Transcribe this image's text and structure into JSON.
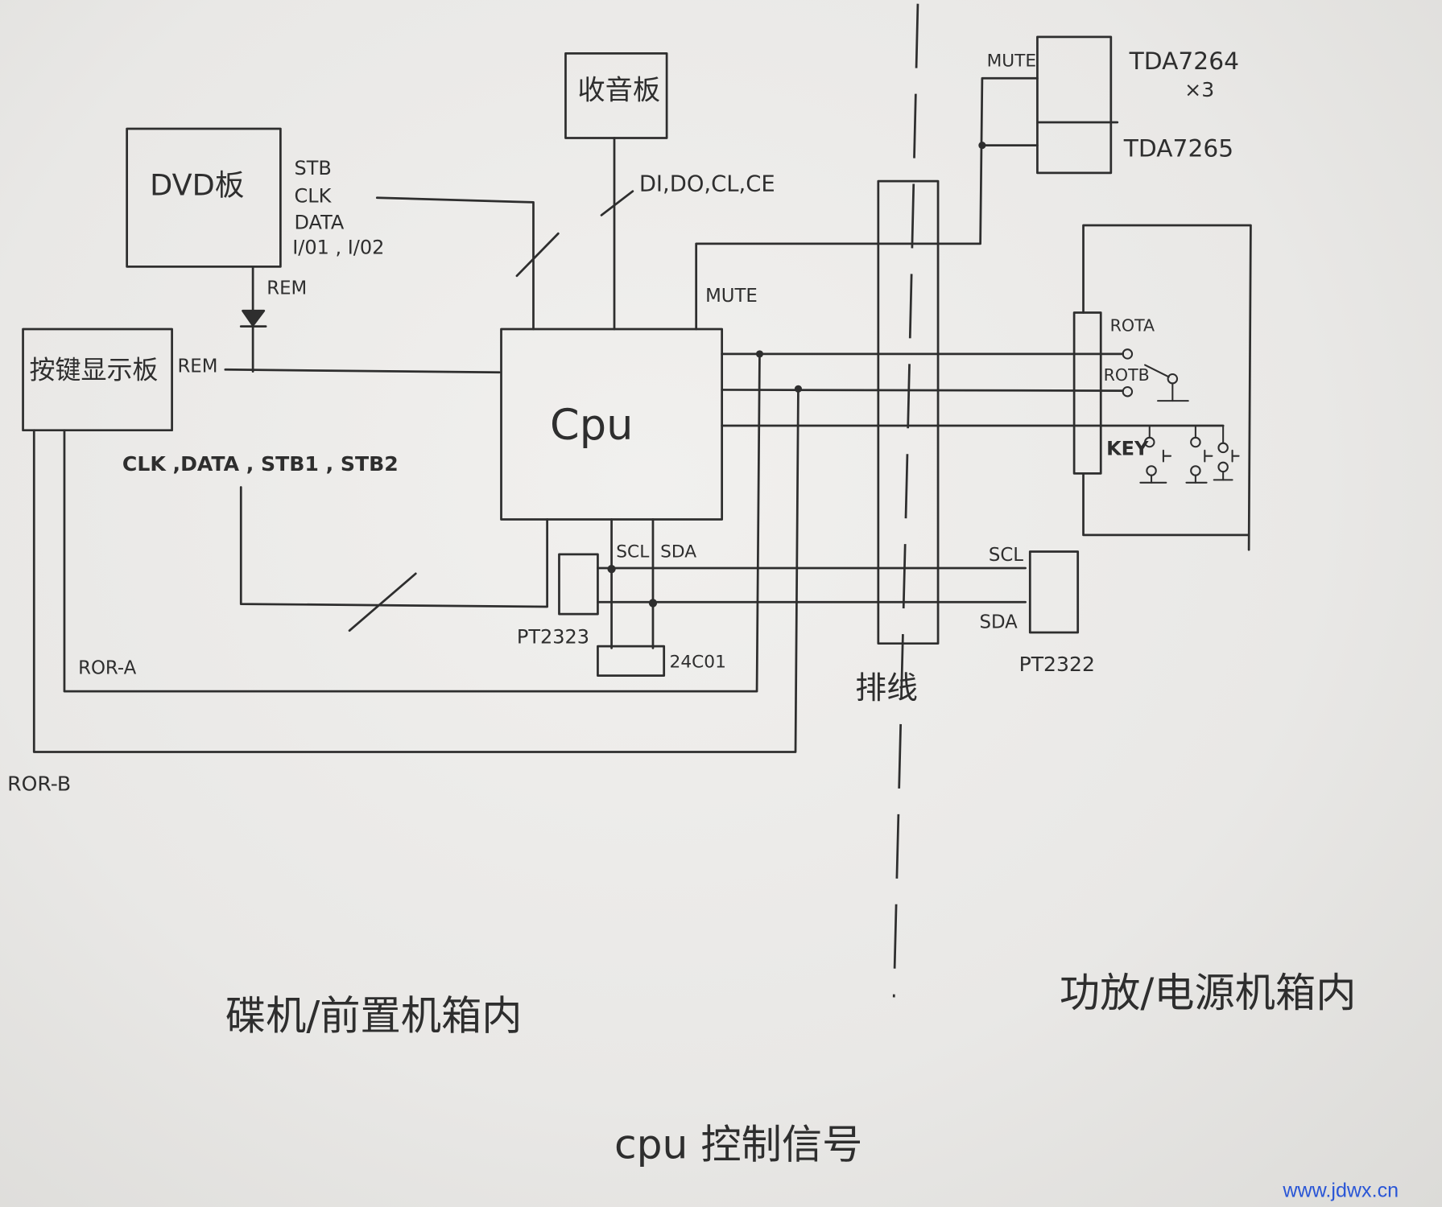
{
  "boards": {
    "dvd": "DVD板",
    "radio": "收音板",
    "keypad": "按键显示板",
    "cpu": "Cpu"
  },
  "signals": {
    "stb": "STB",
    "clk": "CLK",
    "data": "DATA",
    "io": "I/01 , I/02",
    "rem_dvd": "REM",
    "rem_key": "REM",
    "radio_bus": "DI,DO,CL,CE",
    "key_bus": "CLK ,DATA , STB1 , STB2",
    "mute_cpu": "MUTE",
    "mute_amp": "MUTE",
    "scl_left": "SCL",
    "sda_left": "SDA",
    "scl_right": "SCL",
    "sda_right": "SDA",
    "ror_a": "ROR-A",
    "ror_b": "ROR-B",
    "rota": "ROTA",
    "rotb": "ROTB",
    "key": "KEY"
  },
  "chips": {
    "pt2323": "PT2323",
    "eeprom": "24C01",
    "pt2322": "PT2322",
    "tda7264": "TDA7264",
    "tda7264_count": "×3",
    "tda7265": "TDA7265"
  },
  "cable": "排线",
  "regions": {
    "left": "碟机/前置机箱内",
    "right": "功放/电源机箱内"
  },
  "caption": "cpu 控制信号",
  "watermark": "www.jdwx.cn",
  "colors": {
    "ink": "#2e2e2e",
    "paper": "#e9e8e6",
    "watermark": "#2a56d6"
  }
}
